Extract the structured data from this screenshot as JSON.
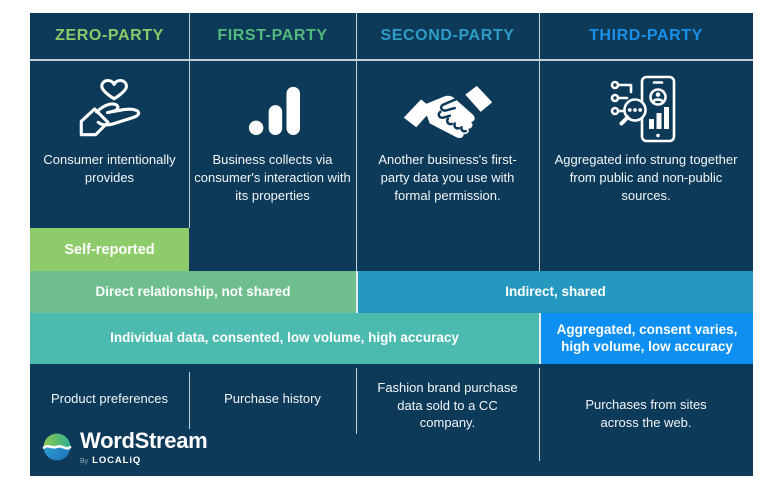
{
  "colors": {
    "background": "#ffffff",
    "panel_navy": "#0e3a59",
    "divider_gray": "#c3d0d8",
    "text_white": "#f2f6f8",
    "band_divider_white": "#e6edf1"
  },
  "table": {
    "columns": [
      {
        "header": "ZERO-PARTY",
        "header_color": "#8dc868",
        "icon": "heart-in-hand-icon",
        "description": "Consumer intentionally provides",
        "example": "Product preferences"
      },
      {
        "header": "FIRST-PARTY",
        "header_color": "#52b87e",
        "icon": "analytics-bars-icon",
        "description": "Business collects via consumer's interaction with its properties",
        "example": "Purchase history"
      },
      {
        "header": "SECOND-PARTY",
        "header_color": "#2d9cc6",
        "icon": "handshake-icon",
        "description": "Another business's first-party data you use with formal permission.",
        "example": "Fashion brand purchase data sold to a CC company."
      },
      {
        "header": "THIRD-PARTY",
        "header_color": "#1a8fe8",
        "icon": "phone-data-search-icon",
        "description": "Aggregated info strung together from public and non-public sources.",
        "example": "Purchases from sites across the web."
      }
    ],
    "bands": {
      "self_reported": {
        "label": "Self-reported",
        "color": "#8fca6b",
        "spans": "zero-party"
      },
      "direct": {
        "label": "Direct relationship, not shared",
        "color": "#6fbf8e",
        "spans": "zero-party + first-party"
      },
      "indirect": {
        "label": "Indirect, shared",
        "color": "#2598c0",
        "spans": "second-party + third-party"
      },
      "individual": {
        "label": "Individual data, consented, low volume, high accuracy",
        "color": "#4cbaaf",
        "spans": "zero-party + first-party + second-party"
      },
      "aggregated": {
        "label": "Aggregated, consent varies, high volume, low accuracy",
        "color": "#0e8ff2",
        "spans": "third-party"
      }
    }
  },
  "branding": {
    "logo_name": "WordStream",
    "byline_prefix": "By",
    "byline_brand": "LOCALiQ"
  }
}
